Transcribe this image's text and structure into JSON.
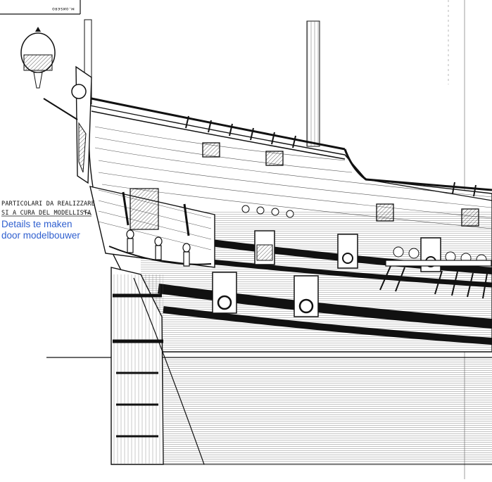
{
  "drawing": {
    "stamp_text": "м.оиѕєяо",
    "note_italian_line1": "PARTICOLARI DA REALIZZARE",
    "note_italian_line2": "SI A CURA DEL MODELLISTA",
    "note_dutch_line1": "Details te maken",
    "note_dutch_line2": "door modelbouwer"
  },
  "colors": {
    "ink": "#111111",
    "annotation_blue": "#2f5fcf",
    "paper": "#ffffff",
    "hatch": "#444444"
  }
}
